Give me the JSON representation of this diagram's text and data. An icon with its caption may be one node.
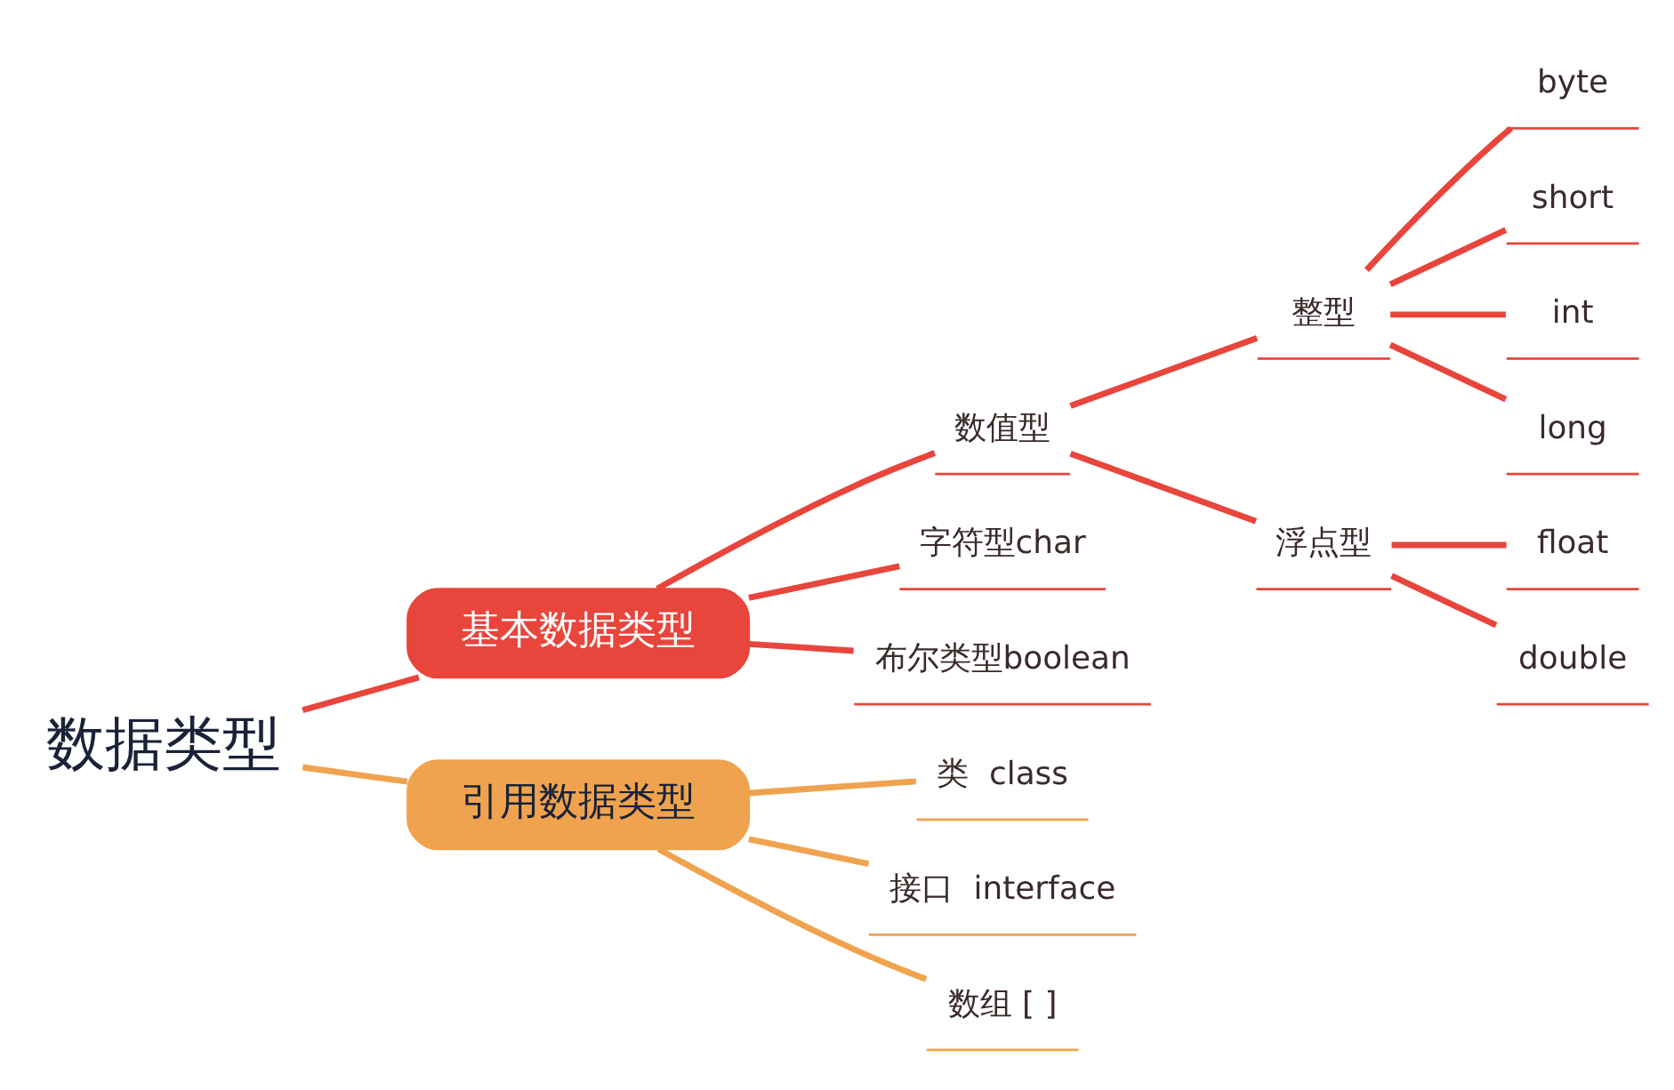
{
  "diagram": {
    "nodes": [
      {
        "text": [
          "数据类型"
        ]
      },
      {
        "text": [
          "基本数据类型"
        ]
      },
      {
        "text": [
          "引用数据类型"
        ]
      },
      {
        "text": [
          "数值型"
        ]
      },
      {
        "text": [
          "整型"
        ]
      },
      {
        "text": [
          "byte"
        ]
      },
      {
        "text": [
          "short"
        ]
      },
      {
        "text": [
          "int"
        ]
      },
      {
        "text": [
          "long"
        ]
      },
      {
        "text": [
          "浮点型"
        ]
      },
      {
        "text": [
          "float"
        ]
      },
      {
        "text": [
          "double"
        ]
      },
      {
        "text": [
          "字符型char"
        ]
      },
      {
        "text": [
          "布尔类型boolean"
        ]
      },
      {
        "text": [
          "类  class"
        ]
      },
      {
        "text": [
          "接口  interface"
        ]
      },
      {
        "text": [
          "数组 [ ]"
        ]
      }
    ],
    "edges": [
      {
        "from": 0,
        "to": 1,
        "arrow": "none"
      },
      {
        "from": 0,
        "to": 2,
        "arrow": "none",
        "color": "#f0a34e"
      },
      {
        "from": 1,
        "to": 3,
        "arrow": "none"
      },
      {
        "from": 3,
        "to": 4,
        "arrow": "none"
      },
      {
        "from": 4,
        "to": 5,
        "arrow": "none"
      },
      {
        "from": 4,
        "to": 6,
        "arrow": "none"
      },
      {
        "from": 4,
        "to": 7,
        "arrow": "none"
      },
      {
        "from": 4,
        "to": 8,
        "arrow": "none"
      },
      {
        "from": 3,
        "to": 9,
        "arrow": "none"
      },
      {
        "from": 9,
        "to": 10,
        "arrow": "none"
      },
      {
        "from": 9,
        "to": 11,
        "arrow": "none"
      },
      {
        "from": 1,
        "to": 12,
        "arrow": "none"
      },
      {
        "from": 1,
        "to": 13,
        "arrow": "none"
      },
      {
        "from": 2,
        "to": 14,
        "arrow": "none",
        "color": "#f0a34e"
      },
      {
        "from": 2,
        "to": 15,
        "arrow": "none",
        "color": "#f0a34e"
      },
      {
        "from": 2,
        "to": 16,
        "arrow": "none",
        "color": "#f0a34e"
      }
    ]
  }
}
